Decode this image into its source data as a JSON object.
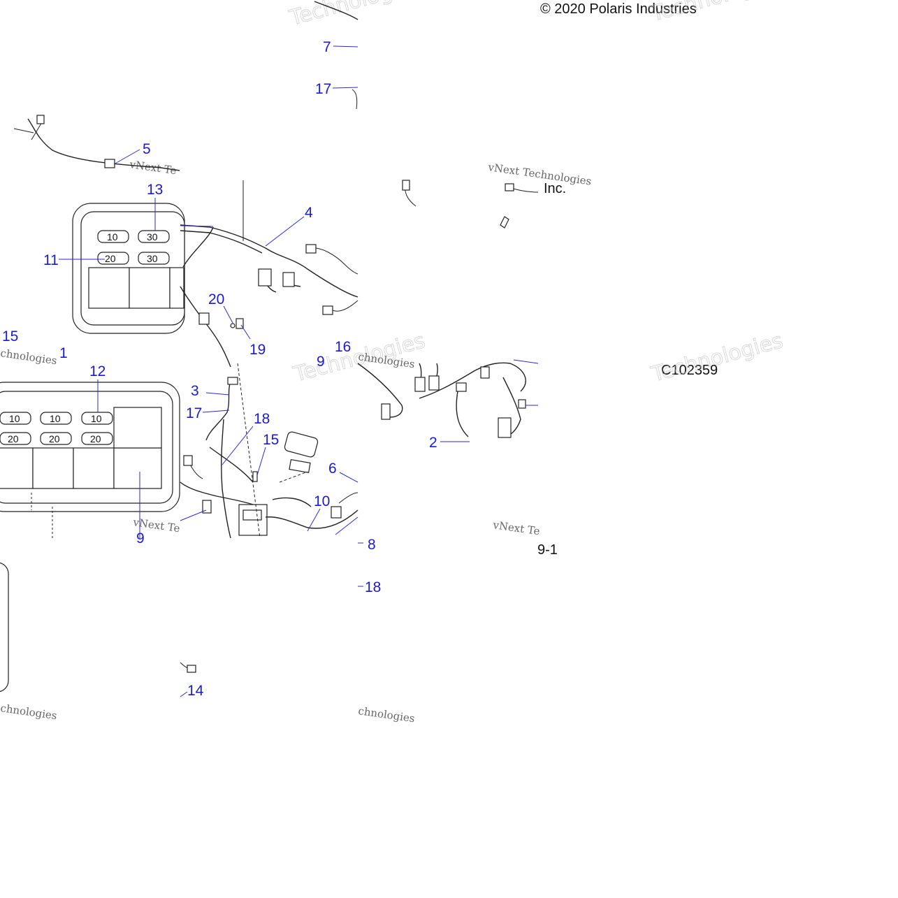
{
  "copyright": "© 2020 Polaris Industries",
  "copyright_suffix": "Inc.",
  "part_code": "C102359",
  "page_ref": "9-1",
  "watermark": {
    "line1": "vNext Technologies",
    "fragment_a": "vNext Te",
    "fragment_b": "Technologies",
    "fragment_c": "chnologies",
    "big": "vNext Technologies"
  },
  "callouts": [
    {
      "id": "c7",
      "label": "7"
    },
    {
      "id": "c17a",
      "label": "17"
    },
    {
      "id": "c5",
      "label": "5"
    },
    {
      "id": "c13",
      "label": "13"
    },
    {
      "id": "c4",
      "label": "4"
    },
    {
      "id": "c11",
      "label": "11"
    },
    {
      "id": "c20",
      "label": "20"
    },
    {
      "id": "c19",
      "label": "19"
    },
    {
      "id": "c15a",
      "label": "15"
    },
    {
      "id": "c1",
      "label": "1"
    },
    {
      "id": "c16",
      "label": "16"
    },
    {
      "id": "c9a",
      "label": "9"
    },
    {
      "id": "c12",
      "label": "12"
    },
    {
      "id": "c3",
      "label": "3"
    },
    {
      "id": "c17b",
      "label": "17"
    },
    {
      "id": "c18a",
      "label": "18"
    },
    {
      "id": "c15b",
      "label": "15"
    },
    {
      "id": "c2",
      "label": "2"
    },
    {
      "id": "c6",
      "label": "6"
    },
    {
      "id": "c10",
      "label": "10"
    },
    {
      "id": "c9b",
      "label": "9"
    },
    {
      "id": "c8",
      "label": "8"
    },
    {
      "id": "c18b",
      "label": "18"
    },
    {
      "id": "c14",
      "label": "14"
    }
  ],
  "fuse_box_upper": {
    "row1": [
      "10",
      "30"
    ],
    "row2": [
      "20",
      "30"
    ]
  },
  "fuse_box_lower": {
    "row1": [
      "10",
      "10",
      "10"
    ],
    "row2": [
      "20",
      "20",
      "20"
    ]
  }
}
